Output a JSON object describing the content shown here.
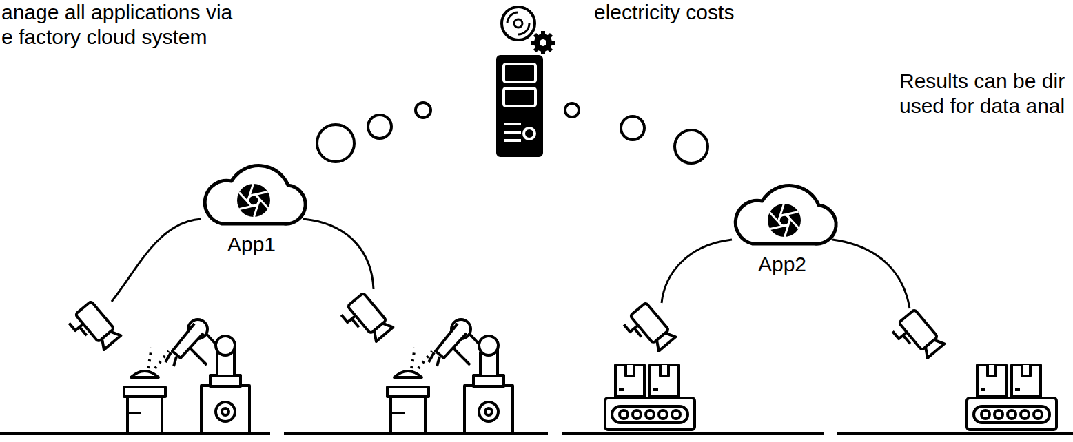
{
  "diagram": {
    "nodes": [
      {
        "text": [
          "App1"
        ]
      },
      {
        "text": [
          "App2"
        ]
      }
    ],
    "labels": [
      "anage all applications via e factory cloud system",
      "electricity costs",
      "Results can be dir used for data anal"
    ]
  }
}
